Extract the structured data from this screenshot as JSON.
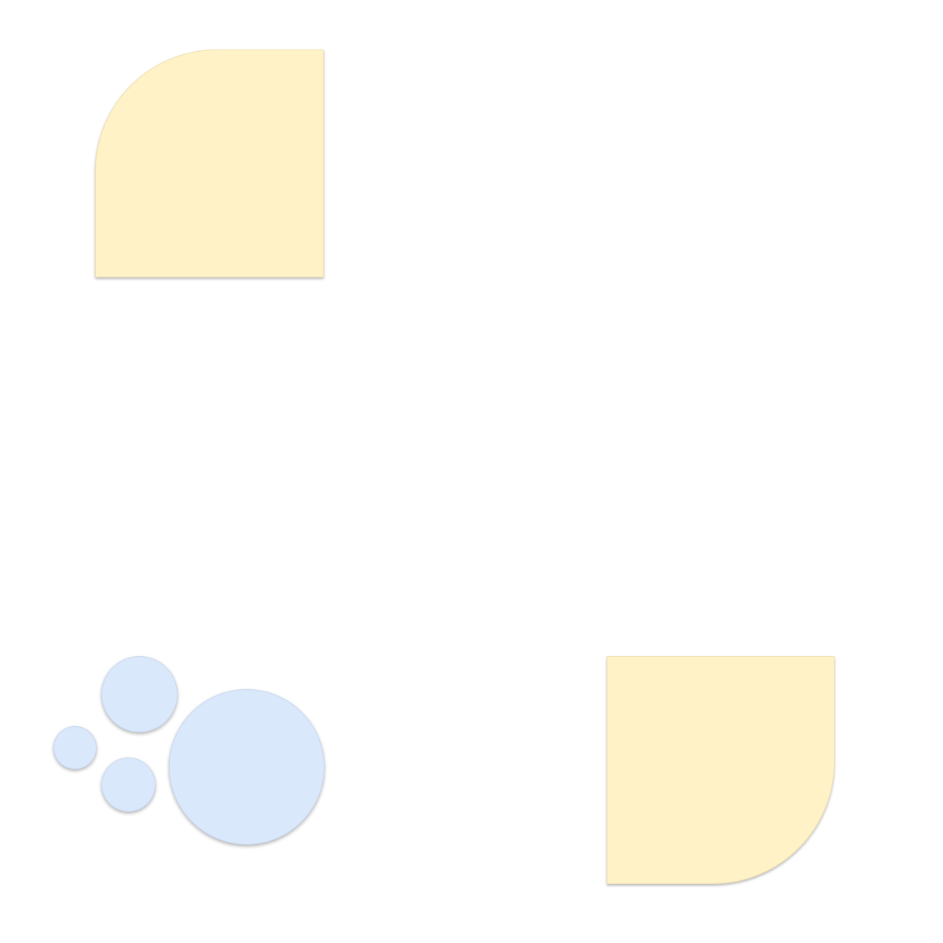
{
  "colors": {
    "background": "#ffffff",
    "leaf_fill": "#fff2c7",
    "bubble_fill": "#dae8fc"
  },
  "shapes": {
    "leaf_top": {
      "icon": "leaf-shape"
    },
    "leaf_bottom": {
      "icon": "leaf-shape"
    },
    "bubbles": {
      "icon": "bubble-cluster",
      "count": 4
    }
  }
}
